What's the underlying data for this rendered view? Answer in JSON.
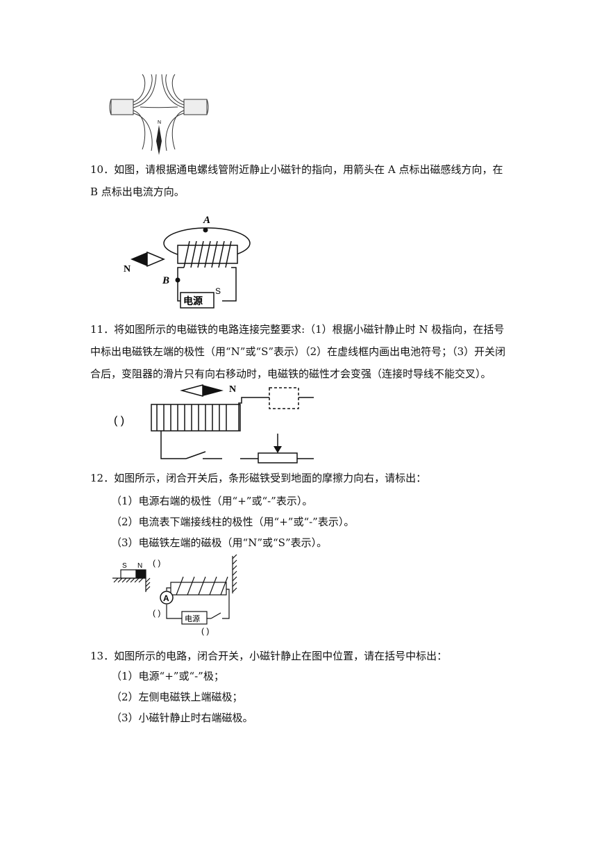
{
  "q10": {
    "text": "10．如图，请根据通电螺线管附近静止小磁针的指向，用箭头在 A 点标出磁感线方向，在 B 点标出电流方向。",
    "label_a": "A",
    "label_b": "B",
    "label_n": "N",
    "label_s": "S",
    "power_label": "电源"
  },
  "q11": {
    "text": "11．将如图所示的电磁铁的电路连接完整要求:（1）根据小磁针静止时 N 极指向，在括号中标出电磁铁左端的极性（用“N”或“S”表示）（2）在虚线框内画出电池符号；（3）开关闭合后，变阻器的滑片只有向右移动时，电磁铁的磁性才会变强（连接时导线不能交叉）。",
    "label_n": "N",
    "bracket": "(     )"
  },
  "q12": {
    "text": "12．如图所示，闭合开关后，条形磁铁受到地面的摩擦力向右，请标出：",
    "items": [
      "（1）电源右端的极性（用“+”或“-”表示）。",
      "（2）电流表下端接线柱的极性（用“+”或“-”表示）。",
      "（3）电磁铁左端的磁极（用“N”或“S”表示）。"
    ],
    "label_s": "S",
    "label_n": "N",
    "ammeter": "A",
    "power_label": "电源",
    "bracket": "(    )"
  },
  "q13": {
    "text": "13．如图所示的电路，闭合开关，小磁针静止在图中位置，请在括号中标出：",
    "items": [
      "（1）电源“+”或“-”极；",
      "（2）左侧电磁铁上端磁极；",
      "（3）小磁针静止时右端磁极。"
    ]
  },
  "fig_top": {
    "needle_n": "N"
  }
}
